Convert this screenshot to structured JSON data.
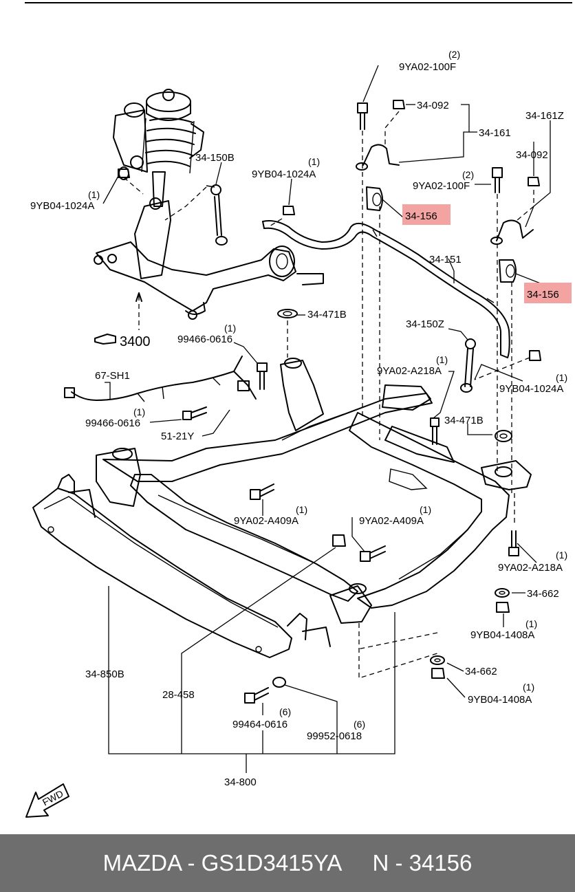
{
  "labels": {
    "p_9ya02_100f_top": "9YA02-100F",
    "q_9ya02_100f_top": "(2)",
    "p_34_092_top": "34-092",
    "p_34_161": "34-161",
    "p_34_161z": "34-161Z",
    "p_34_092_right": "34-092",
    "p_9ya02_100f_right": "9YA02-100F",
    "q_9ya02_100f_right": "(2)",
    "p_34_150b": "34-150B",
    "p_9yb04_1024a_mid": "9YB04-1024A",
    "q_9yb04_1024a_mid": "(1)",
    "p_9yb04_1024a_left": "9YB04-1024A",
    "q_9yb04_1024a_left": "(1)",
    "p_34_156_upper": "34-156",
    "p_34_151": "34-151",
    "p_34_156_lower": "34-156",
    "p_34_471b_top": "34-471B",
    "p_34_150z": "34-150Z",
    "p_3400": "3400",
    "p_99466_0616_top": "99466-0616",
    "q_99466_0616_top": "(1)",
    "p_9ya02_a218a_mid": "9YA02-A218A",
    "q_9ya02_a218a_mid": "(1)",
    "p_9yb04_1024a_right": "9YB04-1024A",
    "q_9yb04_1024a_right": "(1)",
    "p_67_sh1": "67-SH1",
    "p_99466_0616_mid": "99466-0616",
    "q_99466_0616_mid": "(1)",
    "p_51_21y": "51-21Y",
    "p_34_471b_right": "34-471B",
    "p_9ya02_a409a_left": "9YA02-A409A",
    "q_9ya02_a409a_left": "(1)",
    "p_9ya02_a409a_mid": "9YA02-A409A",
    "q_9ya02_a409a_mid": "(1)",
    "p_9ya02_a218a_right": "9YA02-A218A",
    "q_9ya02_a218a_right": "(1)",
    "p_34_662_top": "34-662",
    "p_9yb04_1408a_top": "9YB04-1408A",
    "q_9yb04_1408a_top": "(1)",
    "p_34_850b": "34-850B",
    "p_28_458": "28-458",
    "p_34_662_bottom": "34-662",
    "p_9yb04_1408a_bottom": "9YB04-1408A",
    "q_9yb04_1408a_bottom": "(1)",
    "p_99464_0616": "99464-0616",
    "q_99464_0616": "(6)",
    "p_99952_0618": "99952-0618",
    "q_99952_0618": "(6)",
    "p_34_800": "34-800",
    "fwd": "FWD"
  },
  "highlight_color": "#f4a3a3",
  "footer": {
    "part_info": "MAZDA - GS1D3415YA     N - 34156",
    "background": "#6e6e6e"
  }
}
